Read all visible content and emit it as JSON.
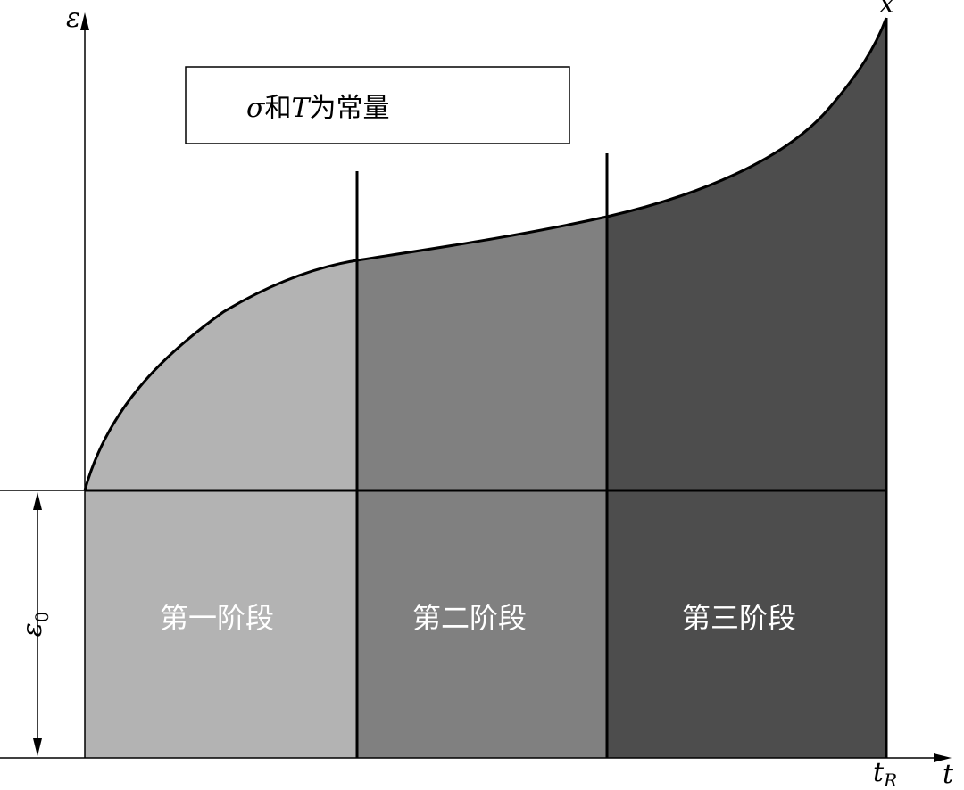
{
  "axes": {
    "y_label": "ε",
    "x_label": "t",
    "end_label": "x",
    "rupture_time": {
      "base": "t",
      "sub": "R"
    },
    "initial_strain": {
      "base": "ε",
      "sub": "0"
    }
  },
  "condition": {
    "sigma": "σ",
    "he": "和",
    "T": "T",
    "rest": "为常量"
  },
  "stages": [
    {
      "label": "第一阶段",
      "color": "#b3b3b3"
    },
    {
      "label": "第二阶段",
      "color": "#808080"
    },
    {
      "label": "第三阶段",
      "color": "#4d4d4d"
    }
  ],
  "colors": {
    "line": "#000000",
    "background": "#ffffff"
  }
}
